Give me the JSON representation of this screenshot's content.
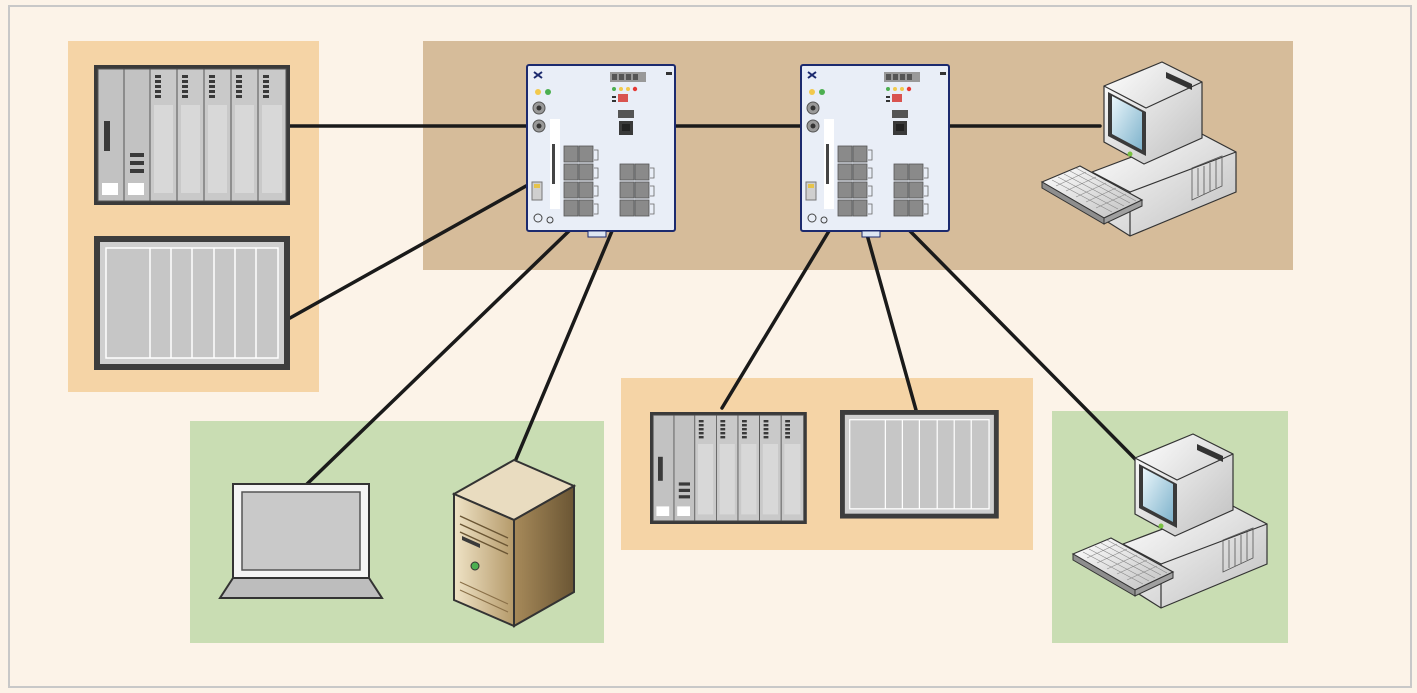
{
  "diagram": {
    "colors": {
      "background": "#fcf3e8",
      "border": "#c8c8c8",
      "tan_zone": "#d6bc9a",
      "orange_zone": "#f5d4a6",
      "green_zone": "#c9ddb3",
      "cable": "#1a1a1a",
      "switch_body": "#e9eef7",
      "switch_outline": "#1c2a6e"
    },
    "devices": [
      {
        "name": "plc-rack-top-left",
        "kind": "plc-rack"
      },
      {
        "name": "io-panel-left",
        "kind": "io-panel"
      },
      {
        "name": "industrial-switch-1",
        "kind": "ethernet-switch"
      },
      {
        "name": "industrial-switch-2",
        "kind": "ethernet-switch"
      },
      {
        "name": "desktop-pc-top-right",
        "kind": "desktop-computer"
      },
      {
        "name": "laptop",
        "kind": "laptop"
      },
      {
        "name": "tower-server",
        "kind": "server"
      },
      {
        "name": "plc-rack-bottom",
        "kind": "plc-rack"
      },
      {
        "name": "io-panel-bottom",
        "kind": "io-panel"
      },
      {
        "name": "desktop-pc-bottom-right",
        "kind": "desktop-computer"
      }
    ],
    "links": [
      [
        "plc-rack-top-left",
        "industrial-switch-1"
      ],
      [
        "io-panel-left",
        "industrial-switch-1"
      ],
      [
        "industrial-switch-1",
        "industrial-switch-2"
      ],
      [
        "industrial-switch-2",
        "desktop-pc-top-right"
      ],
      [
        "industrial-switch-1",
        "laptop"
      ],
      [
        "industrial-switch-1",
        "tower-server"
      ],
      [
        "industrial-switch-2",
        "plc-rack-bottom"
      ],
      [
        "industrial-switch-2",
        "io-panel-bottom"
      ],
      [
        "industrial-switch-2",
        "desktop-pc-bottom-right"
      ]
    ]
  }
}
